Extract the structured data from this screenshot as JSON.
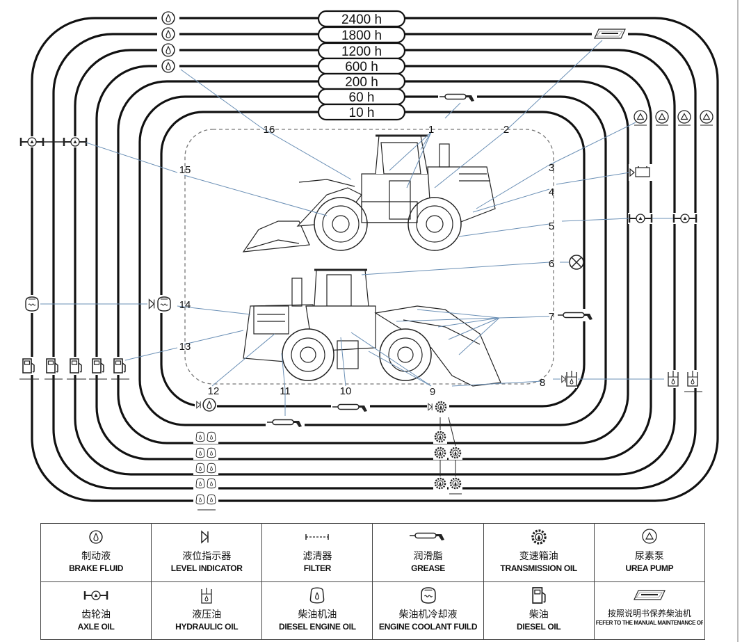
{
  "intervals": [
    "2400 h",
    "1800 h",
    "1200 h",
    "600 h",
    "200 h",
    "60 h",
    "10 h"
  ],
  "callouts": [
    "1",
    "2",
    "3",
    "4",
    "5",
    "6",
    "7",
    "8",
    "9",
    "10",
    "11",
    "12",
    "13",
    "14",
    "15",
    "16"
  ],
  "legend": [
    {
      "icon": "brake-fluid-icon",
      "cn": "制动液",
      "en": "BRAKE FLUID"
    },
    {
      "icon": "level-indicator-icon",
      "cn": "液位指示器",
      "en": "LEVEL INDICATOR"
    },
    {
      "icon": "filter-icon",
      "cn": "滤清器",
      "en": "FILTER"
    },
    {
      "icon": "grease-gun-icon",
      "cn": "润滑脂",
      "en": "GREASE"
    },
    {
      "icon": "transmission-oil-icon",
      "cn": "变速箱油",
      "en": "TRANSMISSION OIL"
    },
    {
      "icon": "urea-pump-icon",
      "cn": "尿素泵",
      "en": "UREA PUMP"
    },
    {
      "icon": "axle-oil-icon",
      "cn": "齿轮油",
      "en": "AXLE OIL"
    },
    {
      "icon": "hydraulic-oil-icon",
      "cn": "液压油",
      "en": "HYDRAULIC OIL"
    },
    {
      "icon": "diesel-engine-oil-icon",
      "cn": "柴油机油",
      "en": "DIESEL ENGINE OIL"
    },
    {
      "icon": "engine-coolant-icon",
      "cn": "柴油机冷却液",
      "en": "ENGINE COOLANT FUILD"
    },
    {
      "icon": "diesel-oil-icon",
      "cn": "柴油",
      "en": "DIESEL OIL"
    },
    {
      "icon": "engine-manual-icon",
      "cn": "按照说明书保养柴油机",
      "en": "FEFER TO THE MANUAL MAINTENANCE OF THE ENGINE"
    }
  ]
}
